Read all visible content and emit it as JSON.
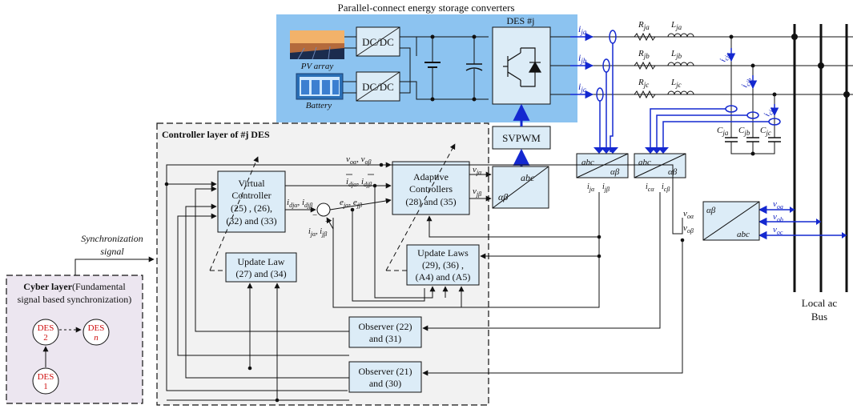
{
  "top_title": "Parallel-connect energy storage converters",
  "power_stage": {
    "pv_label": "PV array",
    "battery_label": "Battery",
    "dcdc_top": "DC/DC",
    "dcdc_bottom": "DC/DC",
    "des_label": "DES #j",
    "svpwm": "SVPWM",
    "currents": [
      "i",
      "i",
      "i"
    ],
    "current_subs": [
      "ja",
      "jb",
      "jc"
    ],
    "resistors": [
      "R",
      "R",
      "R"
    ],
    "resistor_subs": [
      "ja",
      "jb",
      "jc"
    ],
    "inductors": [
      "L",
      "L",
      "L"
    ],
    "inductor_subs": [
      "ja",
      "jb",
      "jc"
    ],
    "cap_currents": [
      "i",
      "i",
      "i"
    ],
    "cap_current_subs": [
      "cja",
      "cjb",
      "cjc"
    ],
    "capacitors": [
      "C",
      "C",
      "C"
    ],
    "capacitor_subs": [
      "ja",
      "jb",
      "jc"
    ],
    "bus_label_1": "Local ac",
    "bus_label_2": "Bus"
  },
  "transforms": {
    "abc": "abc",
    "ab": "αβ",
    "t1_out": [
      "i",
      "i"
    ],
    "t1_subs": [
      "jα",
      "jβ"
    ],
    "t2_out": [
      "i",
      "i"
    ],
    "t2_subs": [
      "cα",
      "cβ"
    ],
    "v_in": [
      "v",
      "v",
      "v"
    ],
    "v_in_subs": [
      "oa",
      "ob",
      "oc"
    ],
    "v_out": [
      "v",
      "v"
    ],
    "v_out_subs": [
      "oα",
      "oβ"
    ]
  },
  "controller": {
    "layer_title": "Controller layer of #j DES",
    "virtual_controller": [
      "Virtual",
      "Controller",
      "(25) , (26),",
      "(32) and (33)"
    ],
    "adaptive_controllers": [
      "Adaptive",
      "Controllers",
      "(28) and (35)"
    ],
    "update_law": [
      "Update Law",
      "(27) and (34)"
    ],
    "update_laws": [
      "Update Laws",
      "(29), (36) ,",
      "(A4) and (A5)"
    ],
    "observer1": [
      "Observer (22)",
      "and (31)"
    ],
    "observer2": [
      "Observer (21)",
      "and (30)"
    ],
    "sig_vo": "v",
    "sig_vo_subs": [
      "oα",
      "oβ"
    ],
    "sig_idhat": "i",
    "sig_idhat_subs": [
      "djα",
      "djβ"
    ],
    "sig_id": "i",
    "sig_id_subs": [
      "djα",
      "djβ"
    ],
    "sig_e": "e",
    "sig_e_subs": [
      "jα",
      "jβ"
    ],
    "sig_ij": "i",
    "sig_ij_subs": [
      "jα",
      "jβ"
    ],
    "sig_v": [
      "v",
      "v"
    ],
    "sig_v_subs": [
      "jα",
      "jβ"
    ],
    "minus": "−",
    "plus": "+"
  },
  "sync": {
    "line1": "Synchronization",
    "line2": "signal"
  },
  "cyber": {
    "title_bold": "Cyber layer",
    "title_rest": "(Fundamental",
    "title_line2": "signal based synchronization)",
    "node2": [
      "DES",
      "2"
    ],
    "noden": [
      "DES",
      "n"
    ],
    "node1": [
      "DES",
      "1"
    ]
  },
  "colors": {
    "power_bg": "#8cc3f0",
    "block_fill": "#dcecf7",
    "controller_bg": "#f2f2f2",
    "cyber_bg": "#ece6f0",
    "arrow_blue": "#1428d0",
    "node_red": "#d01010"
  }
}
